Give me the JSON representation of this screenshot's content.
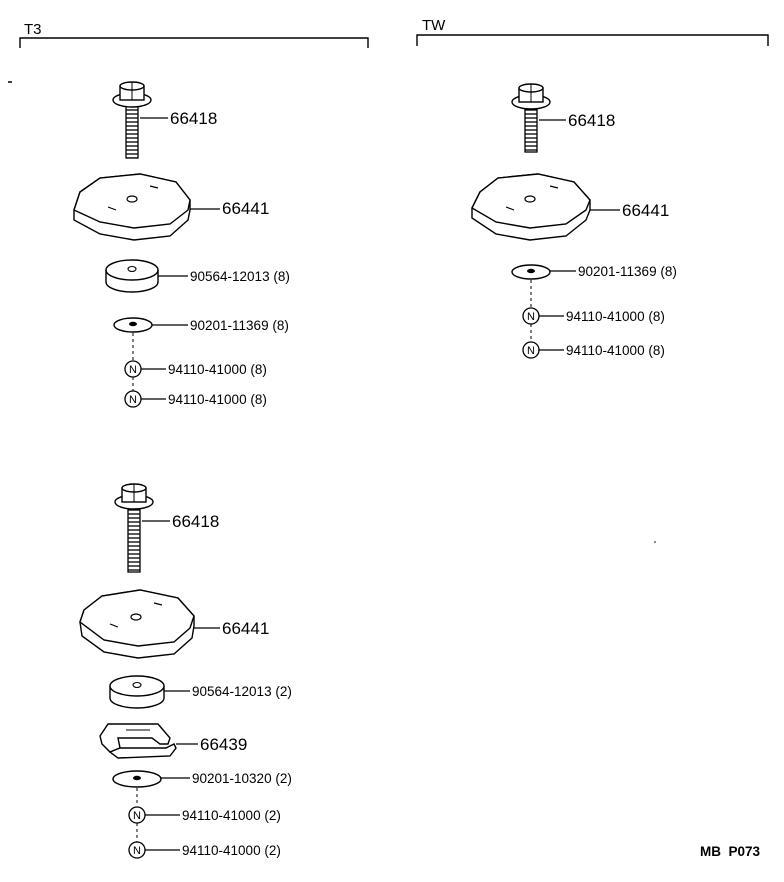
{
  "sections": {
    "left": {
      "title": "T3"
    },
    "right": {
      "title": "TW"
    }
  },
  "groups": {
    "t3_top": {
      "bolt": "66418",
      "cover": "66441",
      "spacer": "90564-12013 (8)",
      "washer": "90201-11369 (8)",
      "nut1": "94110-41000 (8)",
      "nut2": "94110-41000 (8)"
    },
    "tw": {
      "bolt": "66418",
      "cover": "66441",
      "washer": "90201-11369 (8)",
      "nut1": "94110-41000 (8)",
      "nut2": "94110-41000 (8)"
    },
    "t3_bottom": {
      "bolt": "66418",
      "cover": "66441",
      "spacer": "90564-12013 (2)",
      "bracket": "66439",
      "washer": "90201-10320 (2)",
      "nut1": "94110-41000 (2)",
      "nut2": "94110-41000 (2)"
    }
  },
  "nut_symbol": "N",
  "page_ref": "MB  P073"
}
